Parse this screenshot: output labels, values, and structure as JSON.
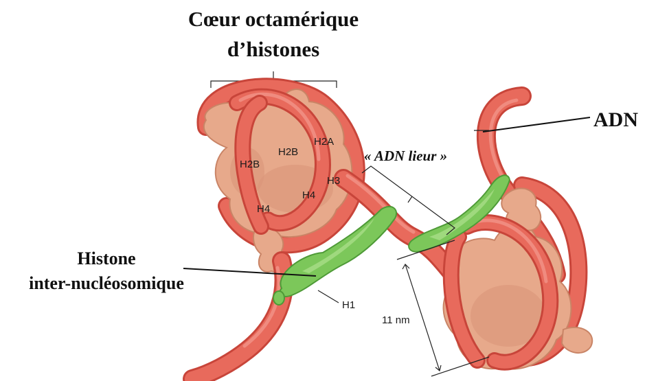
{
  "labels": {
    "core_title_line1": "Cœur octamérique",
    "core_title_line2": "d’histones",
    "dna": "ADN",
    "linker_dna": "« ADN lieur »",
    "h1_title_line1": "Histone",
    "h1_title_line2": "inter-nucléosomique",
    "h1": "H1",
    "size": "11 nm"
  },
  "histones": [
    "H2B",
    "H2B",
    "H2A",
    "H3",
    "H4",
    "H4"
  ],
  "colors": {
    "dna": "#e86a5c",
    "histone_core": "#e7a98b",
    "histone_h1": "#7cc75a"
  }
}
